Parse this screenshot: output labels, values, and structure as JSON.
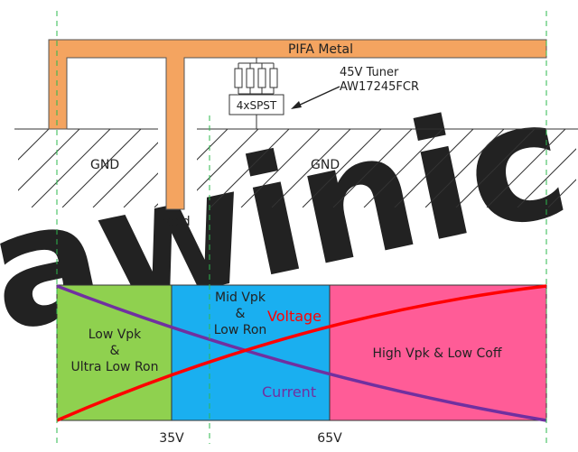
{
  "diagram": {
    "pifa_label": "PIFA Metal",
    "gnd_left_label": "GND",
    "gnd_right_label": "GND",
    "feed_label": "Feed",
    "switch_label": "4xSPST",
    "tuner_line1": "45V Tuner",
    "tuner_line2": "AW17245FCR",
    "watermark_text": "awinic"
  },
  "regions": [
    {
      "lines": [
        "Low Vpk",
        "&",
        "Ultra Low Ron"
      ],
      "color": "#8fd14f"
    },
    {
      "lines": [
        "Mid Vpk",
        "&",
        "Low Ron"
      ],
      "color": "#1aaff0"
    },
    {
      "lines": [
        "High Vpk & Low Coff"
      ],
      "color": "#ff5c97"
    }
  ],
  "curves": {
    "voltage_label": "Voltage",
    "current_label": "Current",
    "voltage_color": "#ff0000",
    "current_color": "#7030a0"
  },
  "axis": {
    "ticks": [
      "35V",
      "65V"
    ]
  },
  "colors": {
    "metal": "#f4a460",
    "dash": "#2db84d"
  }
}
